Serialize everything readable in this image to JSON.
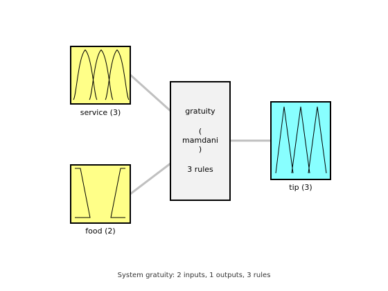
{
  "inputs": [
    {
      "label": "service (3)",
      "color": "#ffff88",
      "mf_count": 3,
      "mf_shape": "gaussian"
    },
    {
      "label": "food (2)",
      "color": "#ffff88",
      "mf_count": 2,
      "mf_shape": "trapezoid"
    }
  ],
  "system": {
    "name": "gratuity",
    "open_paren": "(",
    "type": "mamdani",
    "close_paren": ")",
    "rules": "3 rules",
    "color": "#f2f2f2"
  },
  "outputs": [
    {
      "label": "tip (3)",
      "color": "#88ffff",
      "mf_count": 3,
      "mf_shape": "triangle"
    }
  ],
  "connector_color": "#c0c0c0",
  "caption": "System gratuity: 2 inputs, 1 outputs, 3 rules"
}
